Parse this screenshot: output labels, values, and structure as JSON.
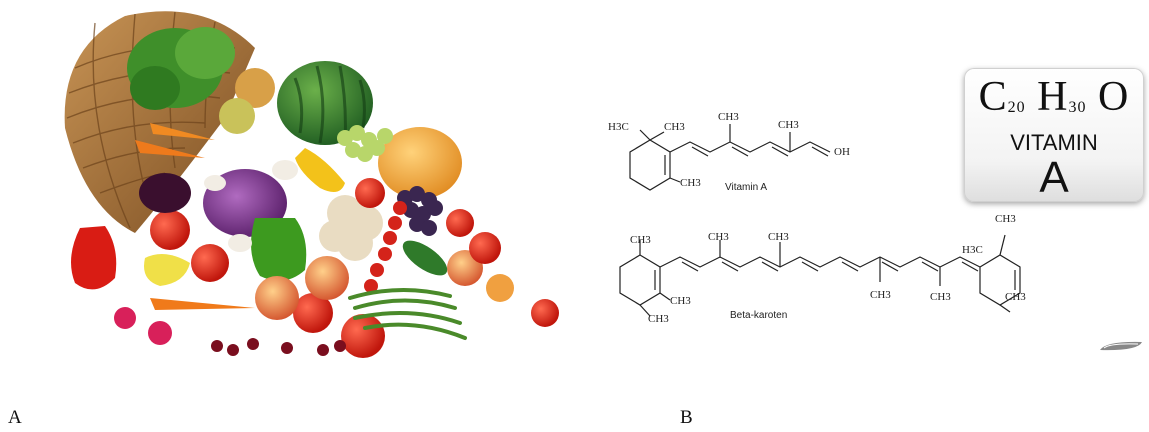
{
  "labels": {
    "a": "A",
    "b": "B"
  },
  "formula": {
    "c": "C",
    "c_sub": "20",
    "h": "H",
    "h_sub": "30",
    "o": "O",
    "word": "VITAMIN",
    "letter": "A"
  },
  "molecules": {
    "vitamin_a": {
      "name": "Vitamin A",
      "atoms": {
        "h3c": "H3C",
        "ch3": "CH3",
        "oh": "OH"
      }
    },
    "beta_carotene": {
      "name": "Beta-karoten",
      "atoms": {
        "ch3": "CH3",
        "h3c": "H3C"
      }
    }
  },
  "colors": {
    "background": "#ffffff",
    "basket": "#a8763e",
    "bond": "#222222"
  },
  "icons": [
    "vegetable-basket-image",
    "watermark-logo"
  ]
}
